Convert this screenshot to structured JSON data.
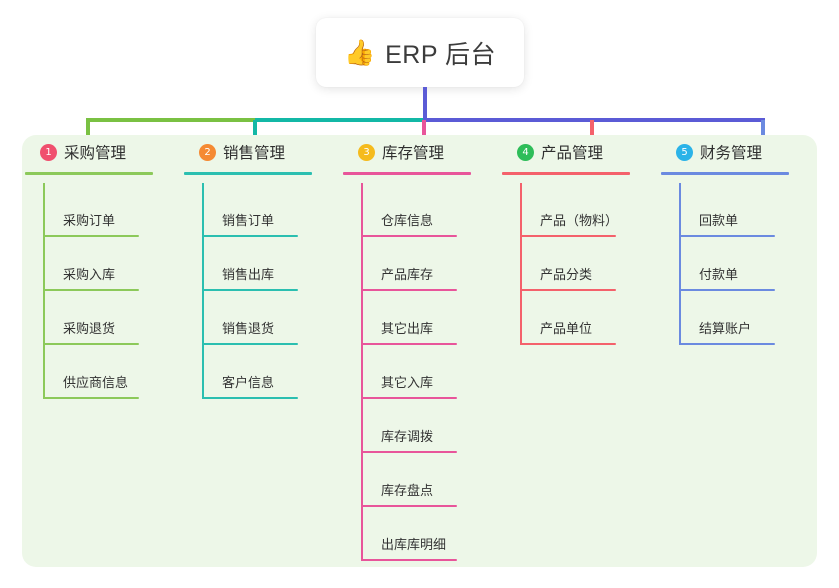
{
  "title": {
    "icon": "thumbs-up-icon",
    "icon_glyph": "👍",
    "text": "ERP 后台"
  },
  "palette": {
    "panel_background": "#edf7e8",
    "card_background": "#ffffff",
    "stem_blue": "#5b5bd6",
    "green": "#7ac143",
    "teal": "#13b8a6",
    "pink": "#e8559a",
    "red": "#f4616b",
    "blue": "#6b8ae0"
  },
  "connectors": {
    "stem_color": "#5b5bd6",
    "bar_segments": [
      {
        "name": "green-segment",
        "color": "#7ac143"
      },
      {
        "name": "teal-segment",
        "color": "#13b8a6"
      },
      {
        "name": "blue-segment",
        "color": "#5b5bd6"
      }
    ],
    "drops": [
      {
        "name": "drop-purchasing",
        "color": "#7ac143"
      },
      {
        "name": "drop-sales",
        "color": "#13b8a6"
      },
      {
        "name": "drop-inventory",
        "color": "#e8559a"
      },
      {
        "name": "drop-product",
        "color": "#f4616b"
      },
      {
        "name": "drop-finance",
        "color": "#6b8ae0"
      }
    ]
  },
  "columns": [
    {
      "number": "1",
      "badge_color": "#f0506e",
      "line_color": "#8cc95a",
      "title": "采购管理",
      "items": [
        "采购订单",
        "采购入库",
        "采购退货",
        "供应商信息"
      ]
    },
    {
      "number": "2",
      "badge_color": "#f58a33",
      "line_color": "#2bbfb0",
      "title": "销售管理",
      "items": [
        "销售订单",
        "销售出库",
        "销售退货",
        "客户信息"
      ]
    },
    {
      "number": "3",
      "badge_color": "#f5bb1d",
      "line_color": "#e8559a",
      "title": "库存管理",
      "items": [
        "仓库信息",
        "产品库存",
        "其它出库",
        "其它入库",
        "库存调拨",
        "库存盘点",
        "出库库明细"
      ]
    },
    {
      "number": "4",
      "badge_color": "#2ebd59",
      "line_color": "#f4616b",
      "title": "产品管理",
      "items": [
        "产品（物料）",
        "产品分类",
        "产品单位"
      ]
    },
    {
      "number": "5",
      "badge_color": "#2bb3e8",
      "line_color": "#6b8ae0",
      "title": "财务管理",
      "items": [
        "回款单",
        "付款单",
        "结算账户"
      ]
    }
  ]
}
